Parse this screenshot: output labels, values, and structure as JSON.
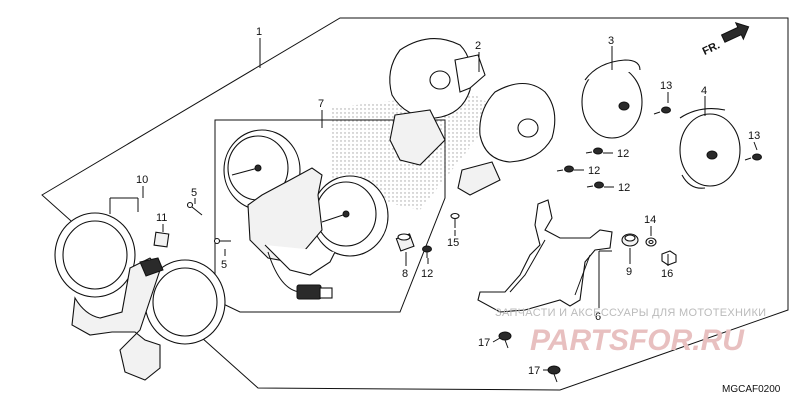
{
  "direction_marker": "FR.",
  "diagram_code": "MGCAF0200",
  "watermark": {
    "text": "ЗАПЧАСТИ И АКСЕССУАРЫ ДЛЯ МОТОТЕХНИКИ",
    "logo": "PARTSFOR.RU"
  },
  "callouts": {
    "c1": "1",
    "c2": "2",
    "c3": "3",
    "c4": "4",
    "c5a": "5",
    "c5b": "5",
    "c6": "6",
    "c7": "7",
    "c8": "8",
    "c9": "9",
    "c10": "10",
    "c11": "11",
    "c12a": "12",
    "c12b": "12",
    "c12c": "12",
    "c12d": "12",
    "c13a": "13",
    "c13b": "13",
    "c14": "14",
    "c15": "15",
    "c16": "16",
    "c17a": "17",
    "c17b": "17"
  },
  "colors": {
    "line": "#111111",
    "watermark": "#e8c0c0"
  }
}
